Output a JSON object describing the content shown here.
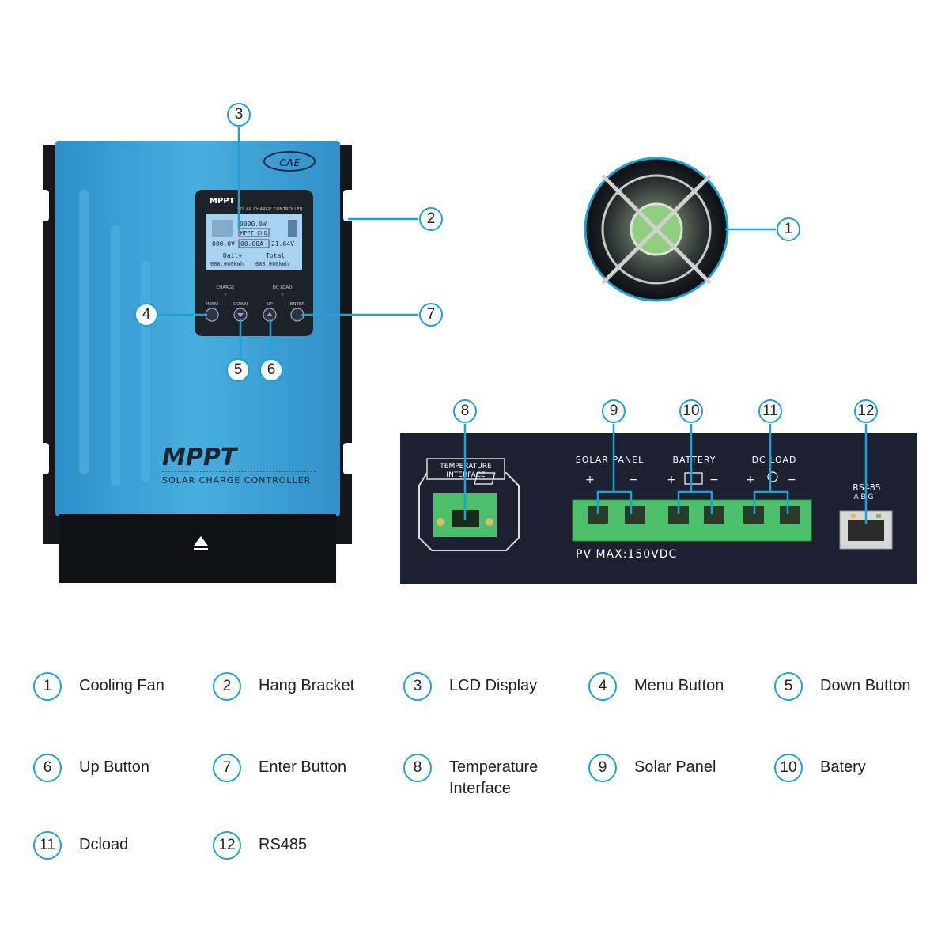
{
  "device": {
    "logo_text": "ᴄᴀᴇ",
    "screen_title": "MPPT",
    "screen_subtitle": "SOLAR CHARGE CONTROLLER",
    "lcd": {
      "power": "0000.0W",
      "mode": "MPPT CHG",
      "voltage_in": "000.0V",
      "current": "00.00A",
      "voltage_bat": "21.64V",
      "daily_label": "Daily",
      "total_label": "Total",
      "daily_value": "000.000kWh",
      "total_value": "000.000kWh"
    },
    "indicators": {
      "charge": "CHARGE",
      "dc_load": "DC LOAD"
    },
    "buttons": {
      "menu": "MENU",
      "down": "DOWN",
      "up": "UP",
      "enter": "ENTER"
    },
    "front_brand": "MPPT",
    "front_sub": "SOLAR CHARGE CONTROLLER"
  },
  "panel": {
    "temp_label": "TEMPERATURE INTERFACE",
    "solar_label": "SOLAR PANEL",
    "battery_label": "BATTERY",
    "dcload_label": "DC LOAD",
    "pv_max": "PV  MAX:150VDC",
    "rs485_label": "RS485",
    "rs485_pins": "A  B  G",
    "plus": "+",
    "minus": "−"
  },
  "callouts": [
    "1",
    "2",
    "3",
    "4",
    "5",
    "6",
    "7",
    "8",
    "9",
    "10",
    "11",
    "12"
  ],
  "legend": [
    {
      "num": "1",
      "label": "Cooling Fan"
    },
    {
      "num": "2",
      "label": "Hang Bracket"
    },
    {
      "num": "3",
      "label": "LCD Display"
    },
    {
      "num": "4",
      "label": "Menu Button"
    },
    {
      "num": "5",
      "label": "Down Button"
    },
    {
      "num": "6",
      "label": "Up Button"
    },
    {
      "num": "7",
      "label": "Enter Button"
    },
    {
      "num": "8",
      "label": "Temperature Interface"
    },
    {
      "num": "9",
      "label": "Solar Panel"
    },
    {
      "num": "10",
      "label": "Batery"
    },
    {
      "num": "11",
      "label": "Dcload"
    },
    {
      "num": "12",
      "label": "RS485"
    }
  ],
  "colors": {
    "accent": "#1ba3d6",
    "body_blue": "#3a9ed6",
    "terminal_green": "#4cbf6a",
    "panel_dark": "#1c2030"
  }
}
